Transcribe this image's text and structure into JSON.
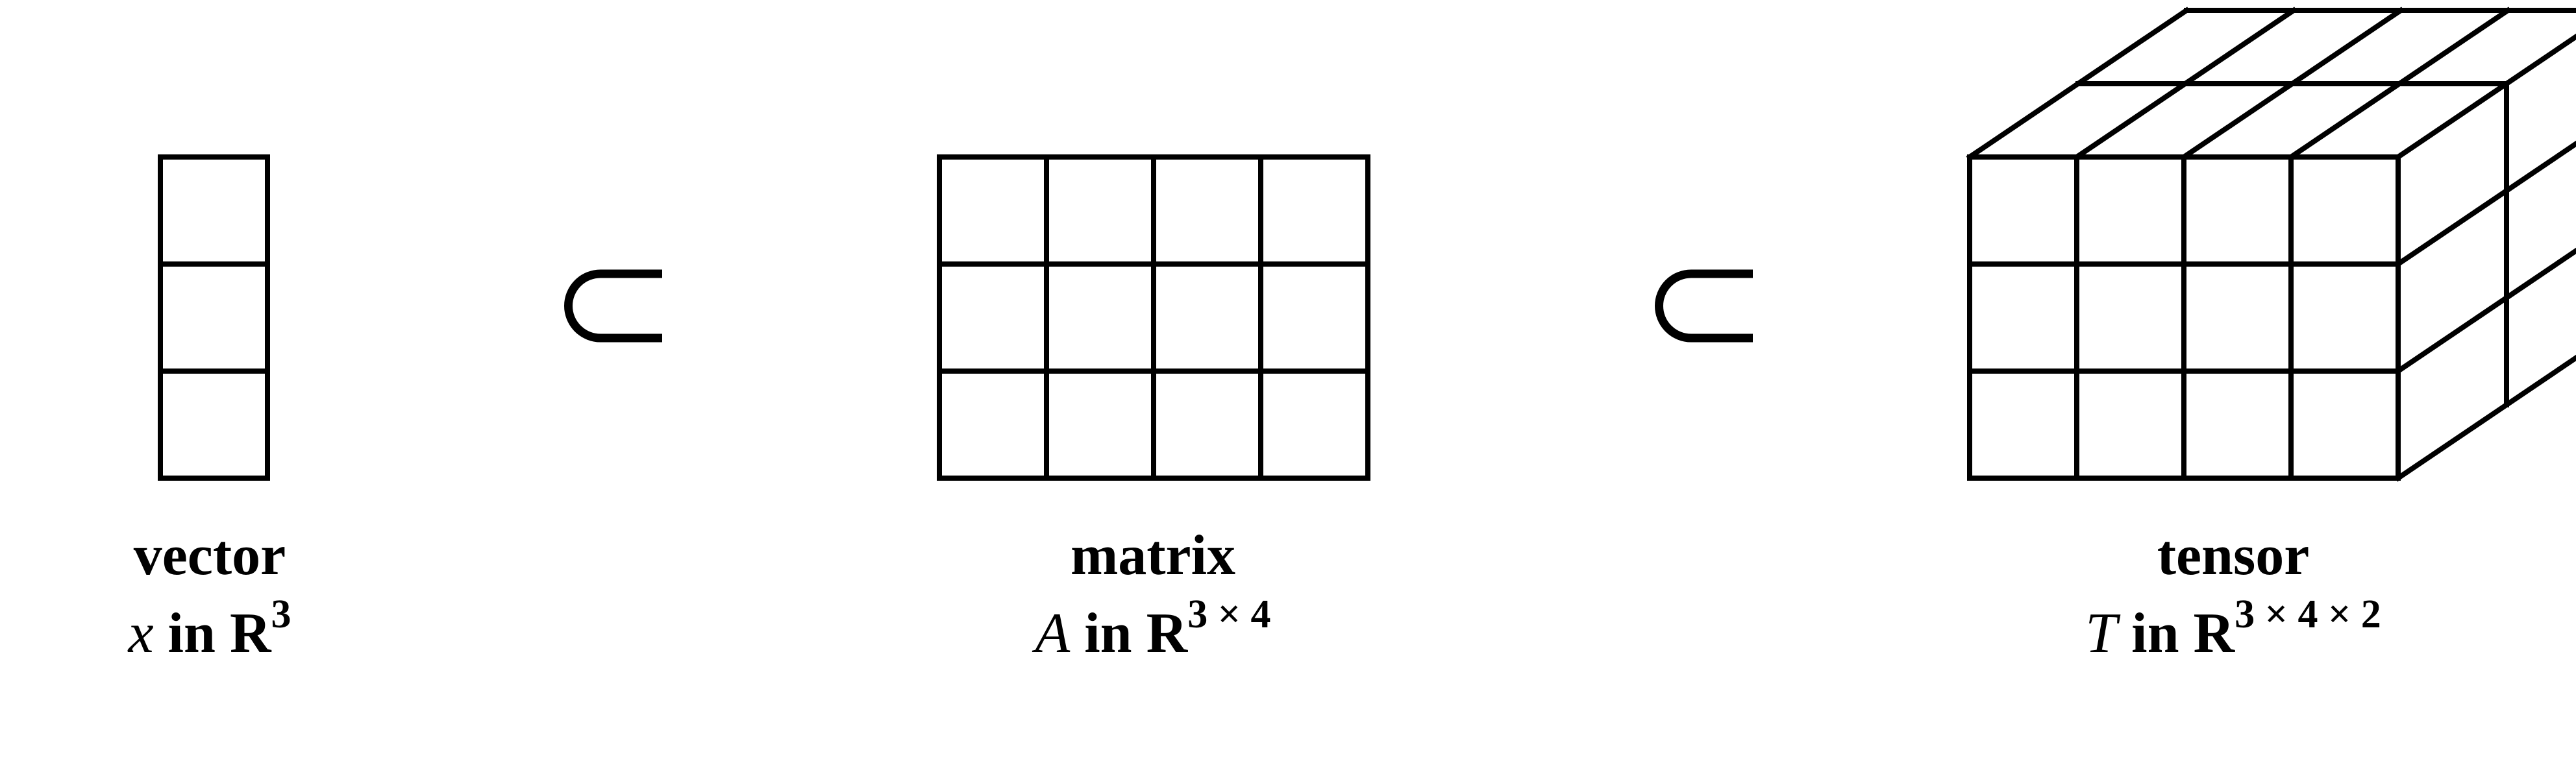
{
  "figure": {
    "items": [
      {
        "name": "vector",
        "symbol": "x",
        "conj": " in ",
        "space": "R",
        "dims": "3",
        "shape": [
          3
        ]
      },
      {
        "name": "matrix",
        "symbol": "A",
        "conj": " in ",
        "space": "R",
        "dims": "3 × 4",
        "shape": [
          3,
          4
        ]
      },
      {
        "name": "tensor",
        "symbol": "T",
        "conj": " in ",
        "space": "R",
        "dims": "3 × 4 × 2",
        "shape": [
          3,
          4,
          2
        ]
      }
    ],
    "relation_symbol": "⊂",
    "colors": {
      "line": "#000000",
      "background": "#ffffff"
    }
  }
}
